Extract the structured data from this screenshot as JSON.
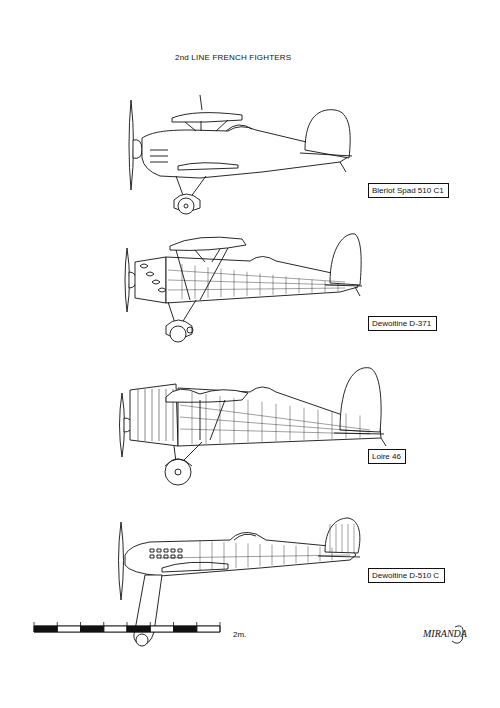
{
  "diagram": {
    "title": "2nd LINE FRENCH FIGHTERS",
    "nodes": [
      {
        "text": [
          "Bleriot Spad 510 C1"
        ]
      },
      {
        "text": [
          "Dewoitine D-371"
        ]
      },
      {
        "text": [
          "Loire 46"
        ]
      },
      {
        "text": [
          "Dewoitine D-510 C"
        ]
      }
    ],
    "labels": [
      "2m.",
      "MIRANDA"
    ]
  }
}
